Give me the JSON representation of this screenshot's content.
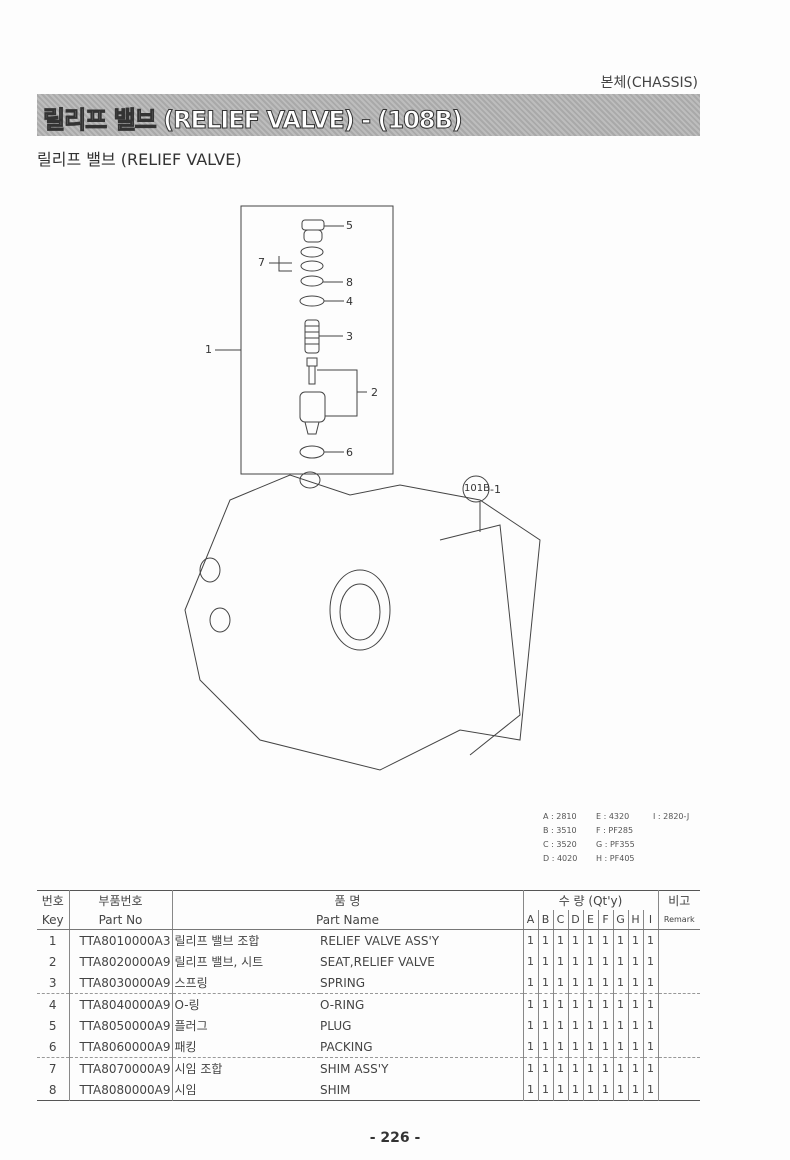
{
  "section": "본체(CHASSIS)",
  "banner_title": "릴리프 밸브 (RELIEF VALVE) - (108B)",
  "subtitle": "릴리프 밸브 (RELIEF VALVE)",
  "callouts": {
    "c1": "1",
    "c2": "2",
    "c3": "3",
    "c4": "4",
    "c5": "5",
    "c6": "6",
    "c7": "7",
    "c8": "8",
    "ref": "101B",
    "ref_suffix": "-1"
  },
  "legend": [
    "A : 2810",
    "B : 3510",
    "C : 3520",
    "D : 4020",
    "E : 4320",
    "F : PF285",
    "G : PF355",
    "H : PF405",
    "I : 2820-J"
  ],
  "table": {
    "h_key_ko": "번호",
    "h_key_en": "Key",
    "h_part_ko": "부품번호",
    "h_part_en": "Part No",
    "h_name_ko": "품          명",
    "h_name_en": "Part Name",
    "h_qty": "수 량 (Qt'y)",
    "h_remark_ko": "비고",
    "h_remark_en": "Remark",
    "models": [
      "A",
      "B",
      "C",
      "D",
      "E",
      "F",
      "G",
      "H",
      "I"
    ],
    "rows": [
      {
        "key": "1",
        "part": "TTA8010000A3",
        "ko": "릴리프 밸브 조합",
        "en": "RELIEF VALVE ASS'Y",
        "qty": [
          "1",
          "1",
          "1",
          "1",
          "1",
          "1",
          "1",
          "1",
          "1"
        ]
      },
      {
        "key": "2",
        "part": "TTA8020000A9",
        "ko": "릴리프 밸브, 시트",
        "en": "SEAT,RELIEF VALVE",
        "qty": [
          "1",
          "1",
          "1",
          "1",
          "1",
          "1",
          "1",
          "1",
          "1"
        ]
      },
      {
        "key": "3",
        "part": "TTA8030000A9",
        "ko": "스프링",
        "en": "SPRING",
        "qty": [
          "1",
          "1",
          "1",
          "1",
          "1",
          "1",
          "1",
          "1",
          "1"
        ]
      },
      {
        "key": "4",
        "part": "TTA8040000A9",
        "ko": "O-링",
        "en": "O-RING",
        "qty": [
          "1",
          "1",
          "1",
          "1",
          "1",
          "1",
          "1",
          "1",
          "1"
        ]
      },
      {
        "key": "5",
        "part": "TTA8050000A9",
        "ko": "플러그",
        "en": "PLUG",
        "qty": [
          "1",
          "1",
          "1",
          "1",
          "1",
          "1",
          "1",
          "1",
          "1"
        ]
      },
      {
        "key": "6",
        "part": "TTA8060000A9",
        "ko": "패킹",
        "en": "PACKING",
        "qty": [
          "1",
          "1",
          "1",
          "1",
          "1",
          "1",
          "1",
          "1",
          "1"
        ]
      },
      {
        "key": "7",
        "part": "TTA8070000A9",
        "ko": "시임 조합",
        "en": "SHIM ASS'Y",
        "qty": [
          "1",
          "1",
          "1",
          "1",
          "1",
          "1",
          "1",
          "1",
          "1"
        ]
      },
      {
        "key": "8",
        "part": "TTA8080000A9",
        "ko": "시임",
        "en": "SHIM",
        "qty": [
          "1",
          "1",
          "1",
          "1",
          "1",
          "1",
          "1",
          "1",
          "1"
        ]
      }
    ]
  },
  "page_number": "- 226 -"
}
